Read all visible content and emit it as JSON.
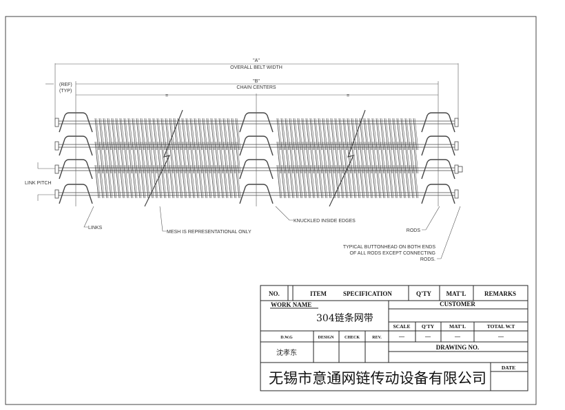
{
  "drawing": {
    "dim_a_tag": "\"A\"",
    "dim_a_label": "OVERALL BELT WIDTH",
    "dim_b_tag": "\"B\"",
    "dim_b_label": "CHAIN CENTERS",
    "ref": "(REF)",
    "typ": "(TYP)",
    "equal_mark": "=",
    "link_pitch": "LINK PITCH",
    "links": "LINKS",
    "mesh_note": "MESH IS REPRESENTATIONAL ONLY",
    "knuckled": "KNUCKLED INSIDE EDGES",
    "rods": "RODS",
    "buttonhead_1": "TYPICAL BUTTONHEAD ON BOTH ENDS",
    "buttonhead_2": "OF ALL RODS EXCEPT CONNECTING",
    "buttonhead_3": "RODS."
  },
  "title_block": {
    "no": "NO.",
    "item": "ITEM",
    "specification": "SPECIFICATION",
    "qty": "Q'TY",
    "matl": "MAT'L",
    "remarks": "REMARKS",
    "work_name_label": "WORK NAME",
    "work_name": "304链条网带",
    "customer": "CUSTOMER",
    "scale": "SCALE",
    "qty2": "Q'TY",
    "matl2": "MAT'L",
    "total_wt": "TOTAL W.T",
    "scale_val": "—",
    "qty_val": "—",
    "matl_val": "—",
    "total_val": "—",
    "dwg": "D.W.G",
    "design": "DESIGN",
    "check": "CHECK",
    "rev": "REV.",
    "drawer": "沈孝东",
    "drawing_no": "DRAWING NO.",
    "company": "无锡市意通网链传动设备有限公司",
    "date": "DATE"
  }
}
